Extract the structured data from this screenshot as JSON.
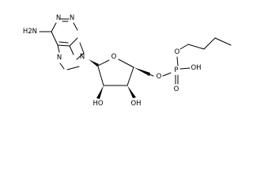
{
  "molecule": {
    "atoms": {
      "amine": "H2N",
      "n1": "N",
      "n3": "N",
      "n7": "N",
      "n9": "N",
      "ring_o": "O",
      "oh_2": "HO",
      "oh_3": "OH",
      "ester_o": "O",
      "p": "P",
      "p_oh": "OH",
      "p_oxo": "O",
      "butyl_o": "O"
    }
  }
}
